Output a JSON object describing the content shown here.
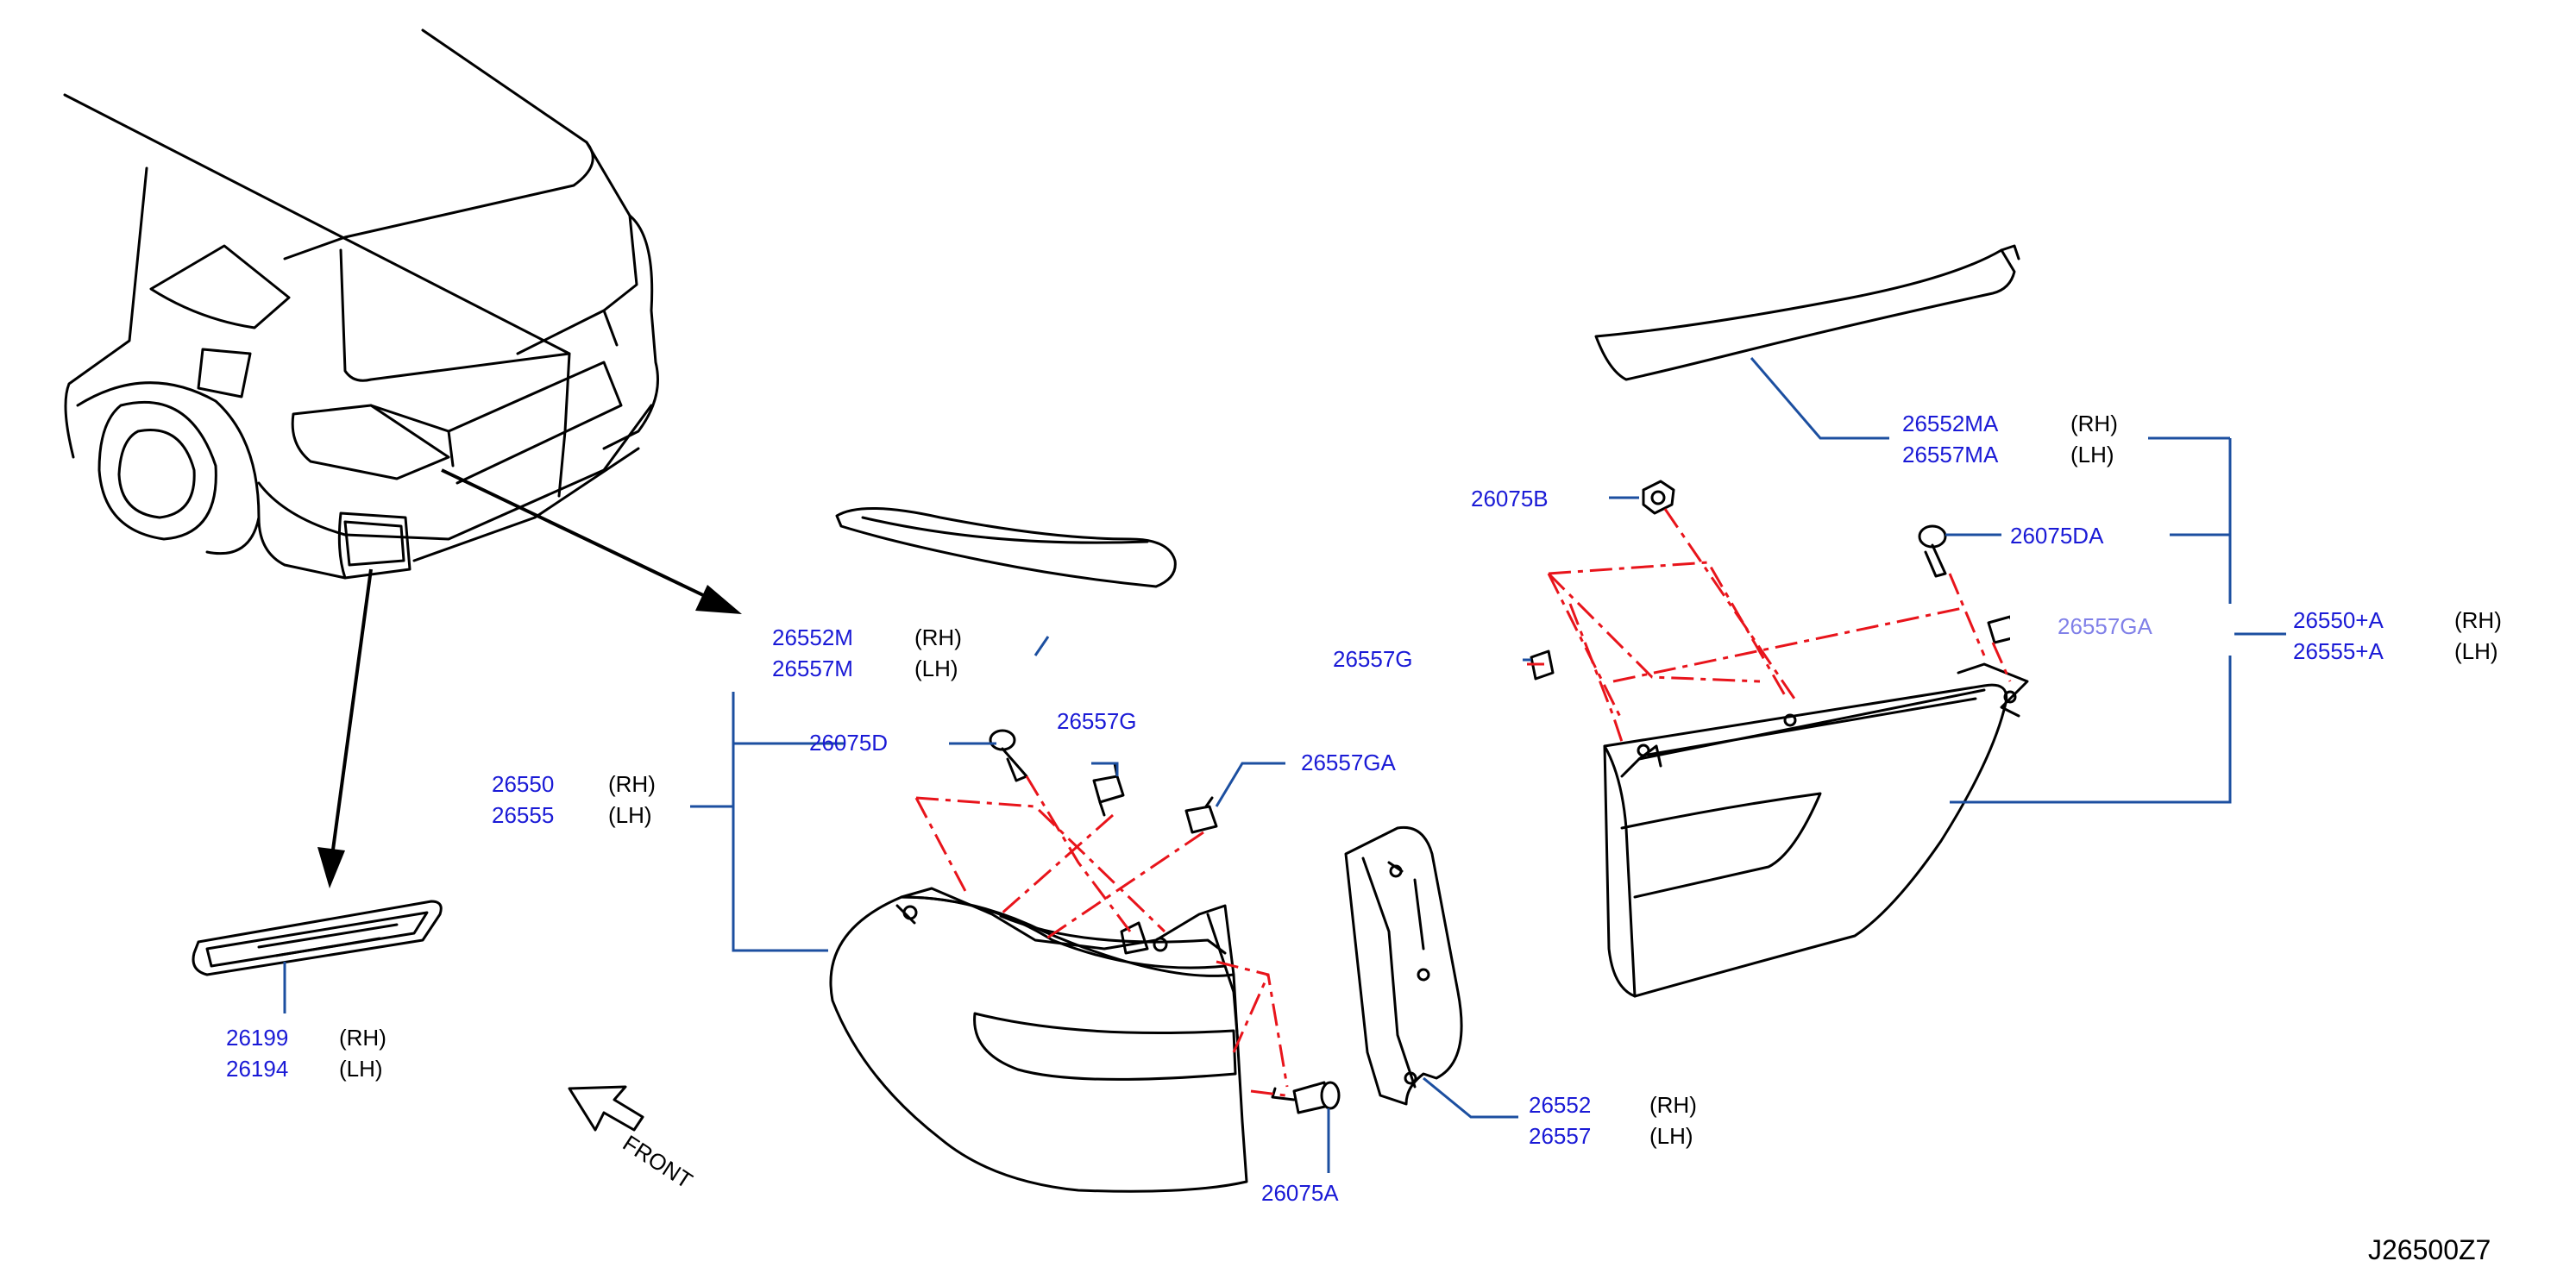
{
  "diagram_code": "J26500Z7",
  "front_label": "FRONT",
  "callouts": {
    "rear_lamp_upper": {
      "rh": "26552MA",
      "lh": "26557MA",
      "rh_side": "(RH)",
      "lh_side": "(LH)"
    },
    "nut_b": {
      "pn": "26075B"
    },
    "screw_da": {
      "pn": "26075DA"
    },
    "clip_ga_right": {
      "pn": "26557GA"
    },
    "lamp_right": {
      "rh": "26550+A",
      "lh": "26555+A",
      "rh_side": "(RH)",
      "lh_side": "(LH)"
    },
    "clip_g_mid": {
      "pn": "26557G"
    },
    "finisher_mid": {
      "rh": "26552M",
      "lh": "26557M",
      "rh_side": "(RH)",
      "lh_side": "(LH)"
    },
    "screw_d": {
      "pn": "26075D"
    },
    "clip_g": {
      "pn": "26557G"
    },
    "clip_ga": {
      "pn": "26557GA"
    },
    "combination_lamp": {
      "rh": "26550",
      "lh": "26555",
      "rh_side": "(RH)",
      "lh_side": "(LH)"
    },
    "screw_a": {
      "pn": "26075A"
    },
    "lamp_lower": {
      "rh": "26552",
      "lh": "26557",
      "rh_side": "(RH)",
      "lh_side": "(LH)"
    },
    "reflex": {
      "rh": "26199",
      "lh": "26194",
      "rh_side": "(RH)",
      "lh_side": "(LH)"
    }
  },
  "colors": {
    "part_number": "#1a1ad6",
    "leader": "#1c4fa0",
    "assembly_line": "#e8141b"
  }
}
